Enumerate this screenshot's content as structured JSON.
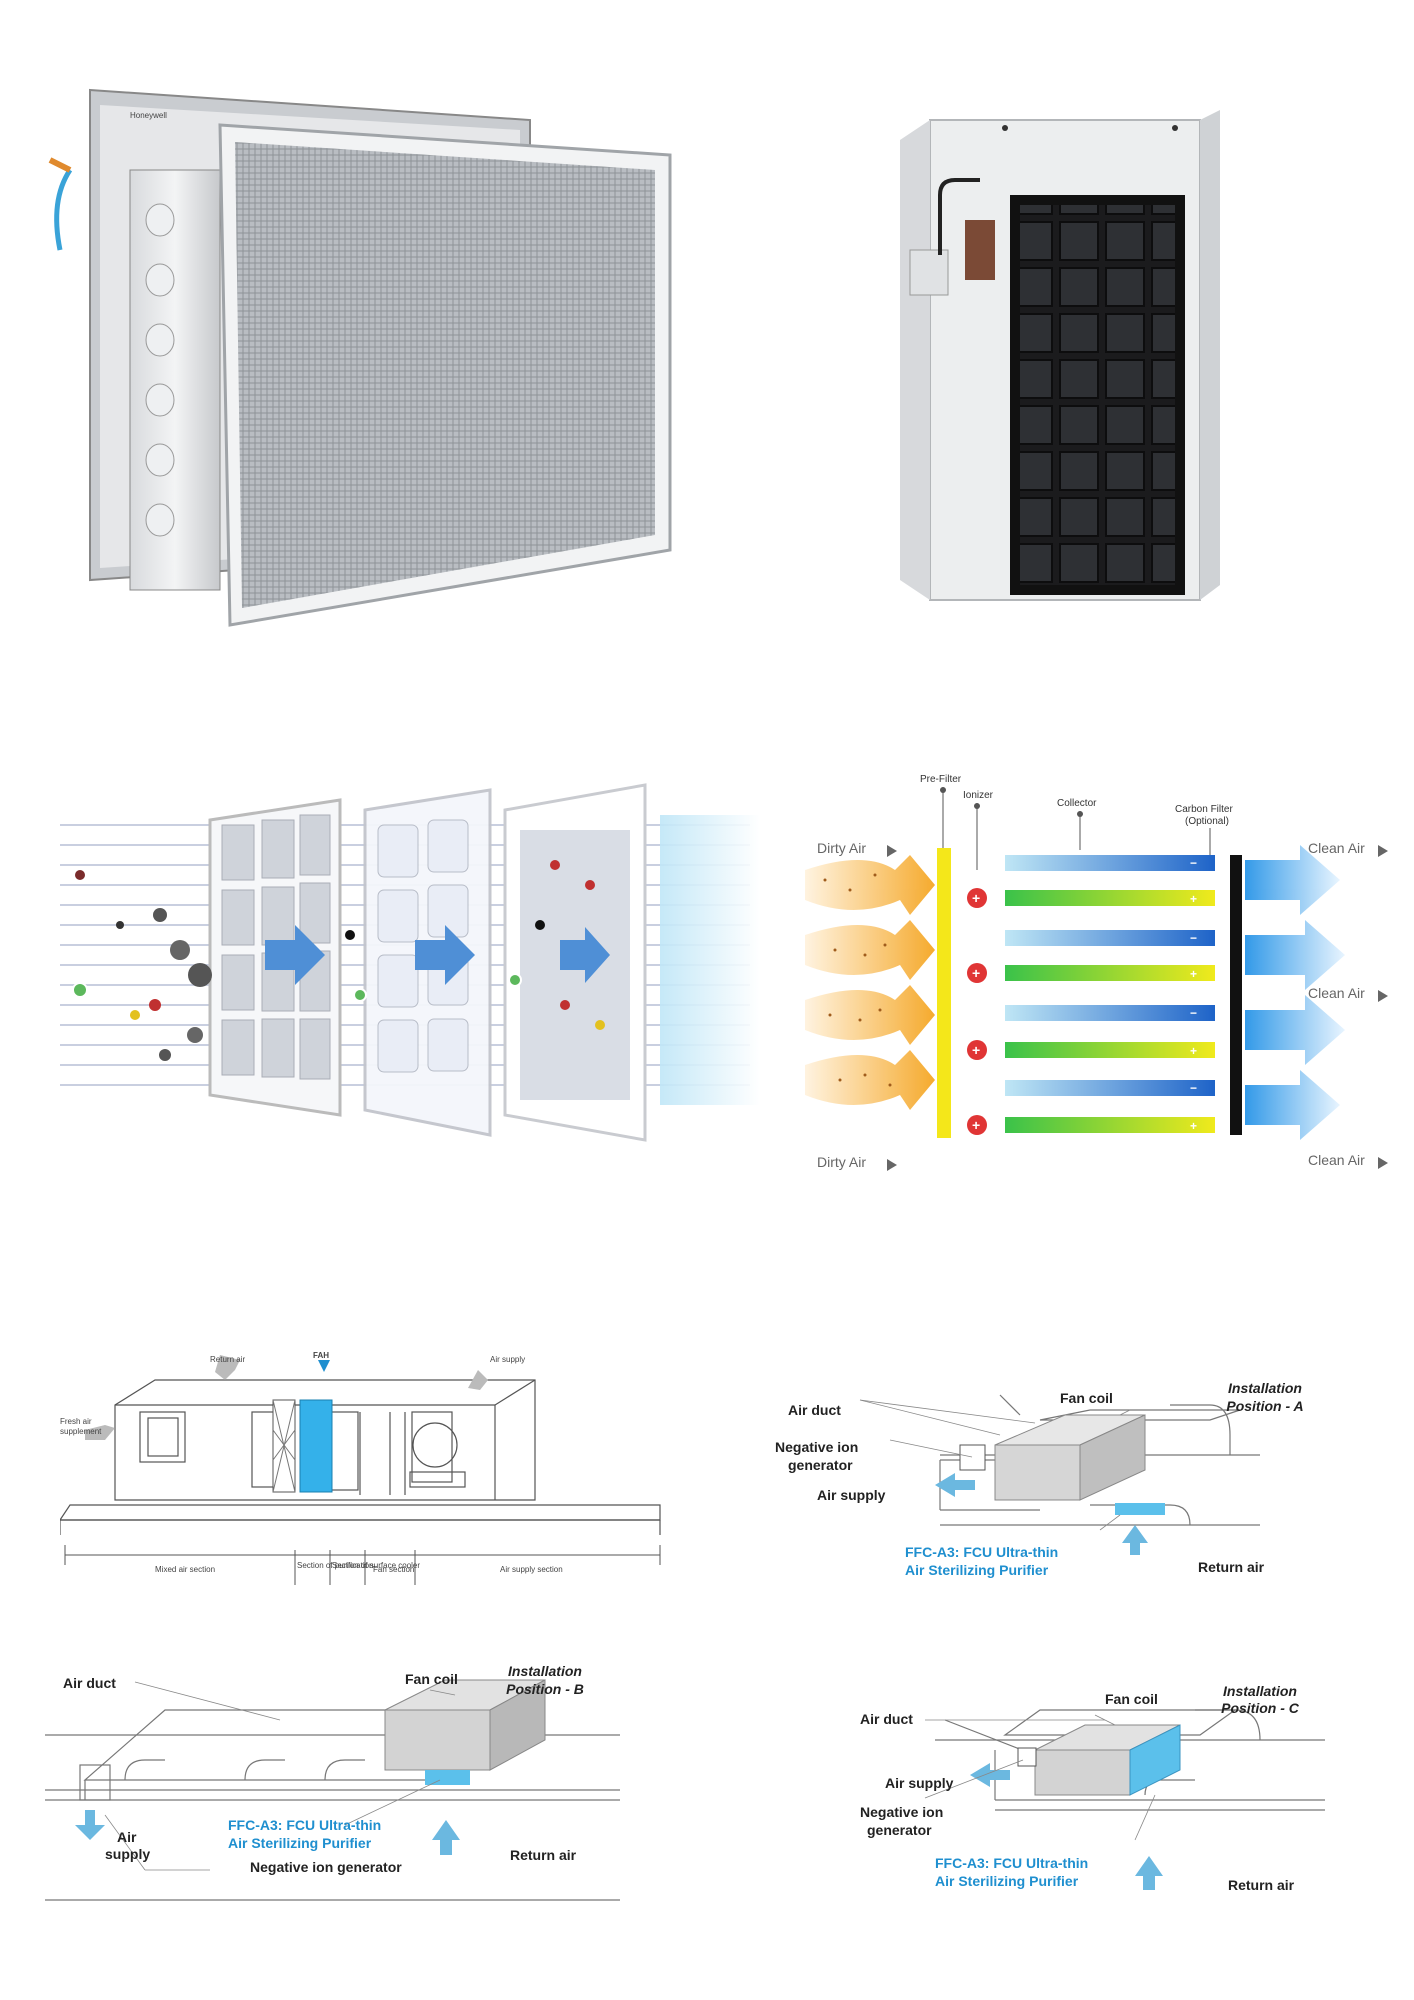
{
  "photo_a": {
    "brand": "Honeywell"
  },
  "ion_diagram": {
    "pre_filter": "Pre-Filter",
    "ionizer": "Ionizer",
    "collector": "Collector",
    "carbon_filter": "Carbon Filter",
    "optional": "(Optional)",
    "dirty_air": "Dirty Air",
    "clean_air": "Clean Air"
  },
  "ahu_diagram": {
    "return_air": "Return air",
    "fah": "FAH",
    "air_supply": "Air supply",
    "fresh_air_line1": "Fresh air",
    "fresh_air_line2": "supplement",
    "sections": [
      "Mixed air section",
      "Section of purification",
      "Section of surface cooler",
      "Fan section",
      "Air supply section"
    ]
  },
  "position_a": {
    "title_line1": "Installation",
    "title_line2": "Position - A",
    "air_duct": "Air duct",
    "fan_coil": "Fan coil",
    "negative_ion_line1": "Negative ion",
    "negative_ion_line2": "generator",
    "air_supply": "Air supply",
    "product_line1": "FFC-A3: FCU Ultra-thin",
    "product_line2": "Air Sterilizing Purifier",
    "return_air": "Return air"
  },
  "position_b": {
    "title_line1": "Installation",
    "title_line2": "Position - B",
    "air_duct": "Air duct",
    "fan_coil": "Fan coil",
    "air_supply_line1": "Air",
    "air_supply_line2": "supply",
    "product_line1": "FFC-A3: FCU Ultra-thin",
    "product_line2": "Air Sterilizing Purifier",
    "negative_ion": "Negative ion generator",
    "return_air": "Return air"
  },
  "position_c": {
    "title_line1": "Installation",
    "title_line2": "Position - C",
    "air_duct": "Air duct",
    "fan_coil": "Fan coil",
    "air_supply": "Air supply",
    "negative_ion_line1": "Negative ion",
    "negative_ion_line2": "generator",
    "product_line1": "FFC-A3: FCU Ultra-thin",
    "product_line2": "Air Sterilizing Purifier",
    "return_air": "Return air"
  },
  "colors": {
    "accent_blue": "#1f8fcf",
    "filter_blue": "#34b1ea",
    "yellow": "#f4e71a"
  }
}
